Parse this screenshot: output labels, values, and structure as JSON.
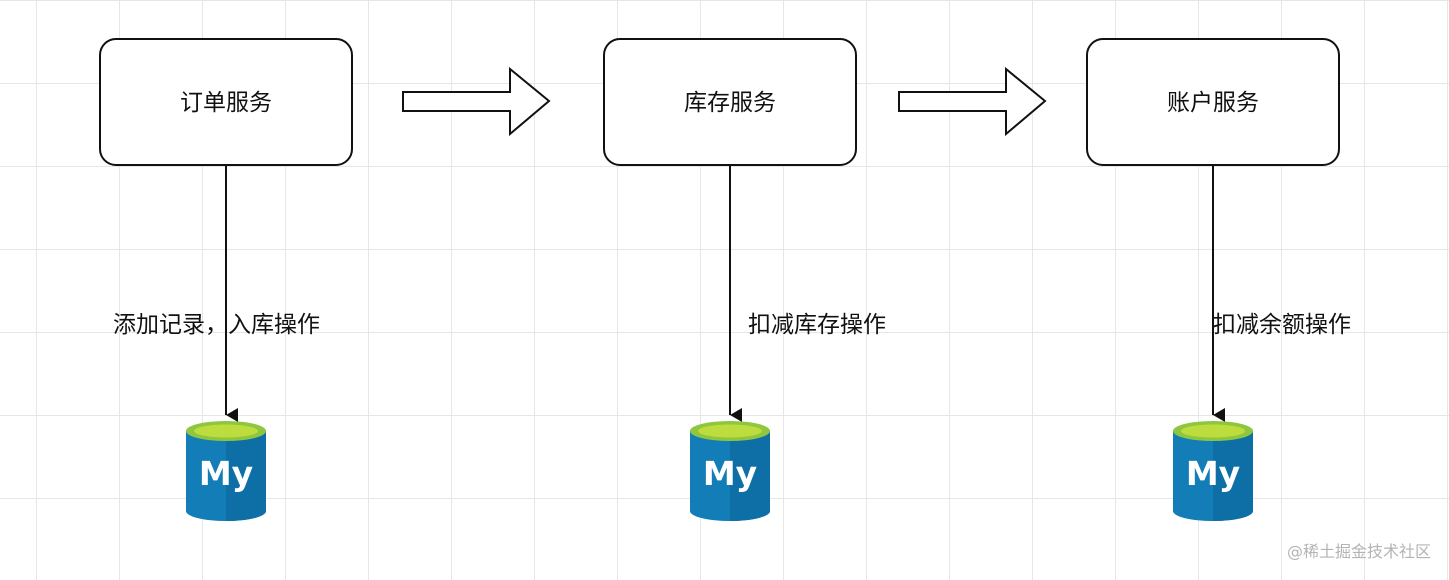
{
  "services": [
    {
      "label": "订单服务",
      "db_label": "添加记录，入库操作",
      "db_badge": "My"
    },
    {
      "label": "库存服务",
      "db_label": "扣减库存操作",
      "db_badge": "My"
    },
    {
      "label": "账户服务",
      "db_label": "扣减余额操作",
      "db_badge": "My"
    }
  ],
  "watermark": "@稀土掘金技术社区",
  "colors": {
    "db_body": "#127db6",
    "db_body_shade": "#0d6fa5",
    "db_top": "#8ec63f",
    "db_top_inner": "#bddc3d",
    "box_stroke": "#111111"
  },
  "icons": {
    "flow_arrow": "block-arrow-right",
    "db_icon": "mysql-database-icon"
  }
}
